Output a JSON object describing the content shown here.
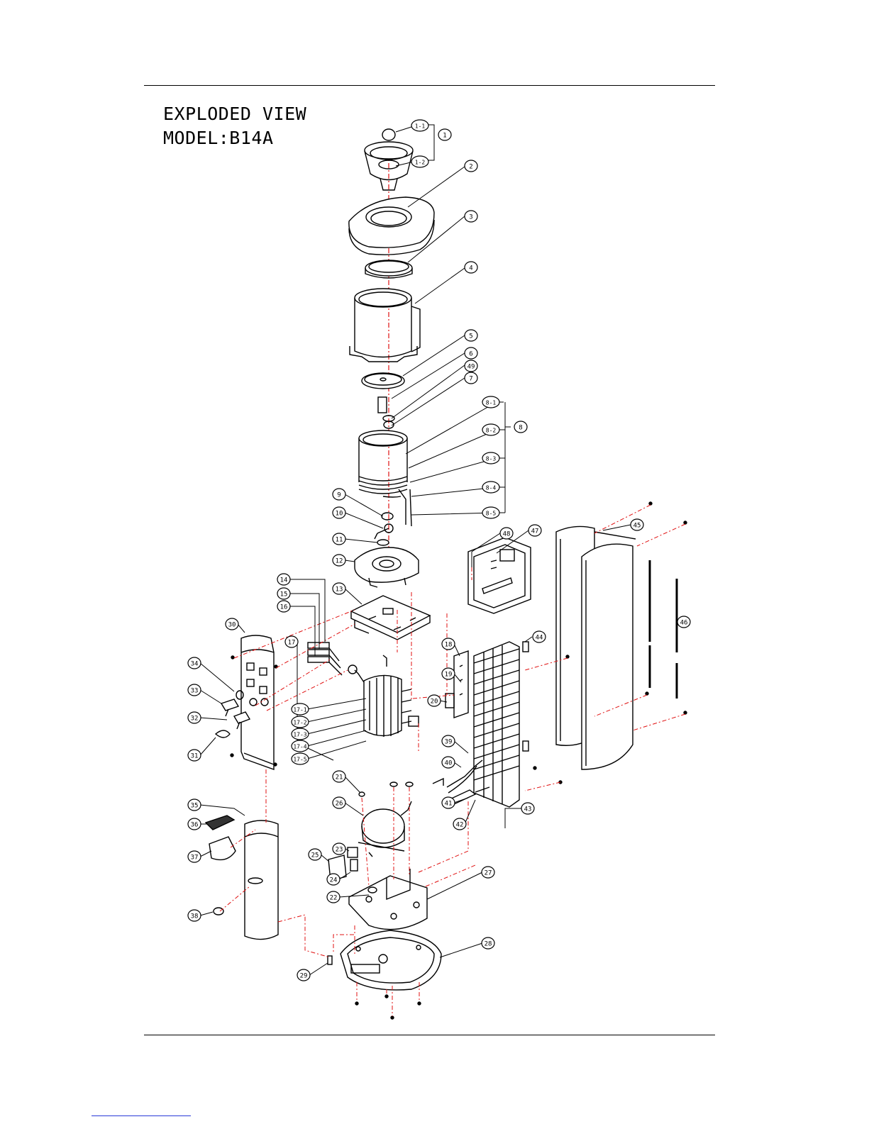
{
  "title": {
    "line1": "EXPLODED VIEW",
    "line2": "MODEL:B14A"
  },
  "colors": {
    "ink": "#000000",
    "axis": "#e01010",
    "link": "#2a3ad8"
  },
  "callouts": [
    {
      "id": "c1-1",
      "label": "1-1"
    },
    {
      "id": "c1",
      "label": "1"
    },
    {
      "id": "c1-2",
      "label": "1-2"
    },
    {
      "id": "c2",
      "label": "2"
    },
    {
      "id": "c3",
      "label": "3"
    },
    {
      "id": "c4",
      "label": "4"
    },
    {
      "id": "c5",
      "label": "5"
    },
    {
      "id": "c6",
      "label": "6"
    },
    {
      "id": "c49",
      "label": "49"
    },
    {
      "id": "c7",
      "label": "7"
    },
    {
      "id": "c8-1",
      "label": "8-1"
    },
    {
      "id": "c8-2",
      "label": "8-2"
    },
    {
      "id": "c8",
      "label": "8"
    },
    {
      "id": "c8-3",
      "label": "8-3"
    },
    {
      "id": "c8-4",
      "label": "8-4"
    },
    {
      "id": "c8-5",
      "label": "8-5"
    },
    {
      "id": "c9",
      "label": "9"
    },
    {
      "id": "c10",
      "label": "10"
    },
    {
      "id": "c11",
      "label": "11"
    },
    {
      "id": "c12",
      "label": "12"
    },
    {
      "id": "c48",
      "label": "48"
    },
    {
      "id": "c47",
      "label": "47"
    },
    {
      "id": "c45",
      "label": "45"
    },
    {
      "id": "c13",
      "label": "13"
    },
    {
      "id": "c14",
      "label": "14"
    },
    {
      "id": "c15",
      "label": "15"
    },
    {
      "id": "c16",
      "label": "16"
    },
    {
      "id": "c30",
      "label": "30"
    },
    {
      "id": "c17",
      "label": "17"
    },
    {
      "id": "c18",
      "label": "18"
    },
    {
      "id": "c44",
      "label": "44"
    },
    {
      "id": "c46",
      "label": "46"
    },
    {
      "id": "c34",
      "label": "34"
    },
    {
      "id": "c19",
      "label": "19"
    },
    {
      "id": "c33",
      "label": "33"
    },
    {
      "id": "c20",
      "label": "20"
    },
    {
      "id": "c17-1",
      "label": "17-1"
    },
    {
      "id": "c32",
      "label": "32"
    },
    {
      "id": "c17-2",
      "label": "17-2"
    },
    {
      "id": "c17-3",
      "label": "17-3"
    },
    {
      "id": "c31",
      "label": "31"
    },
    {
      "id": "c17-4",
      "label": "17-4"
    },
    {
      "id": "c17-5",
      "label": "17-5"
    },
    {
      "id": "c39",
      "label": "39"
    },
    {
      "id": "c40",
      "label": "40"
    },
    {
      "id": "c21",
      "label": "21"
    },
    {
      "id": "c41",
      "label": "41"
    },
    {
      "id": "c35",
      "label": "35"
    },
    {
      "id": "c36",
      "label": "36"
    },
    {
      "id": "c26",
      "label": "26"
    },
    {
      "id": "c43",
      "label": "43"
    },
    {
      "id": "c42",
      "label": "42"
    },
    {
      "id": "c23",
      "label": "23"
    },
    {
      "id": "c37",
      "label": "37"
    },
    {
      "id": "c25",
      "label": "25"
    },
    {
      "id": "c27",
      "label": "27"
    },
    {
      "id": "c24",
      "label": "24"
    },
    {
      "id": "c22",
      "label": "22"
    },
    {
      "id": "c38",
      "label": "38"
    },
    {
      "id": "c28",
      "label": "28"
    },
    {
      "id": "c29",
      "label": "29"
    }
  ]
}
